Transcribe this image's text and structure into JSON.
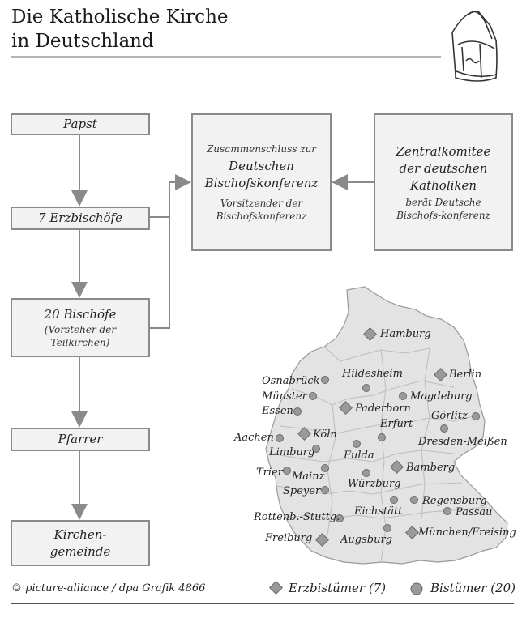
{
  "title": {
    "line1": "Die Katholische Kirche",
    "line2": "in Deutschland"
  },
  "icon": "mitre-icon",
  "hierarchy": {
    "papst": "Papst",
    "erzbischoefe": "7 Erzbischöfe",
    "bischoefe": "20 Bischöfe",
    "bischoefe_note": "(Vorsteher der Teilkirchen)",
    "pfarrer": "Pfarrer",
    "gemeinde": "Kirchen-gemeinde"
  },
  "conference": {
    "intro": "Zusammenschluss zur",
    "name": "Deutschen Bischofskonferenz",
    "chair": "Vorsitzender der Bischofskonferenz"
  },
  "zdk": {
    "name": "Zentralkomitee der deutschen Katholiken",
    "note": "berät Deutsche Bischofs-konferenz"
  },
  "map": {
    "archdioceses": [
      "Hamburg",
      "Berlin",
      "Paderborn",
      "Köln",
      "Bamberg",
      "München/Freising",
      "Freiburg"
    ],
    "dioceses": [
      "Osnabrück",
      "Hildesheim",
      "Münster",
      "Magdeburg",
      "Essen",
      "Görlitz",
      "Erfurt",
      "Aachen",
      "Dresden-Meißen",
      "Limburg",
      "Fulda",
      "Trier",
      "Mainz",
      "Würzburg",
      "Speyer",
      "Regensburg",
      "Passau",
      "Rottenb.-Stuttg.",
      "Eichstätt",
      "Augsburg"
    ]
  },
  "legend": {
    "archdiocese": "Erzbistümer (7)",
    "diocese": "Bistümer (20)"
  },
  "credit": "© picture-alliance / dpa Grafik 4866",
  "colors": {
    "box_fill": "#f2f2f2",
    "box_border": "#8a8a8a",
    "map_fill": "#e3e3e3",
    "marker": "#9a9a9a"
  }
}
